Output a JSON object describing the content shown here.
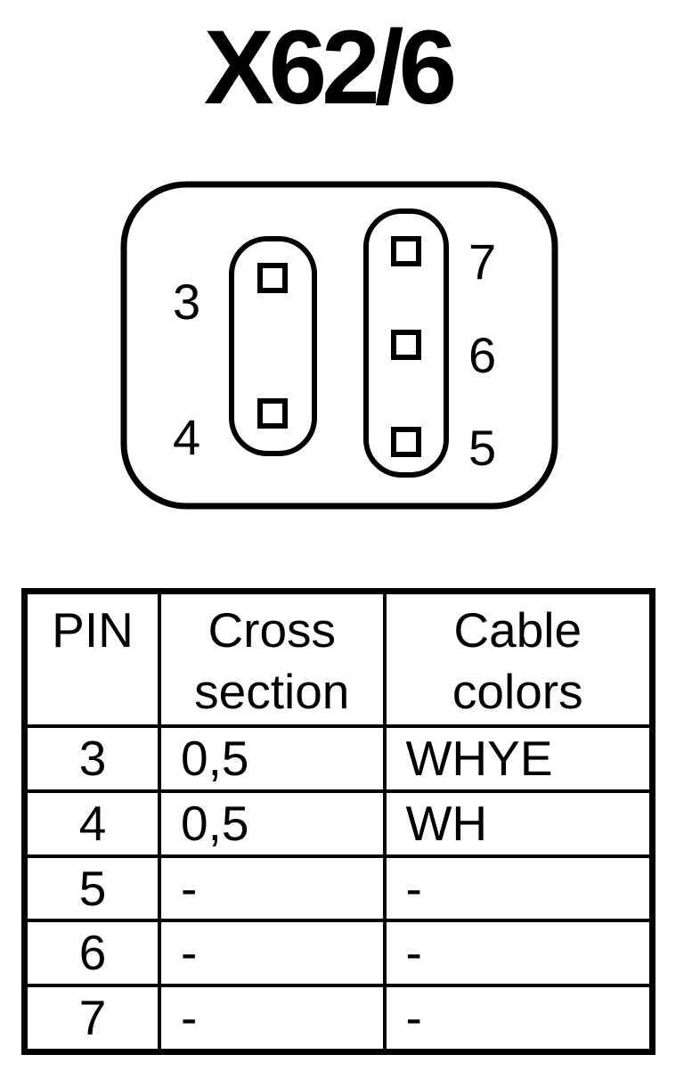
{
  "diagram": {
    "title": "X62/6",
    "pin_labels": {
      "p3": "3",
      "p4": "4",
      "p5": "5",
      "p6": "6",
      "p7": "7"
    }
  },
  "table": {
    "headers": {
      "pin": "PIN",
      "cross_section": "Cross\nsection",
      "cable_colors": "Cable\ncolors"
    },
    "rows": [
      {
        "pin": "3",
        "cross_section": "0,5",
        "cable_colors": "WHYE"
      },
      {
        "pin": "4",
        "cross_section": "0,5",
        "cable_colors": "WH"
      },
      {
        "pin": "5",
        "cross_section": "-",
        "cable_colors": "-"
      },
      {
        "pin": "6",
        "cross_section": "-",
        "cable_colors": "-"
      },
      {
        "pin": "7",
        "cross_section": "-",
        "cable_colors": "-"
      }
    ]
  }
}
